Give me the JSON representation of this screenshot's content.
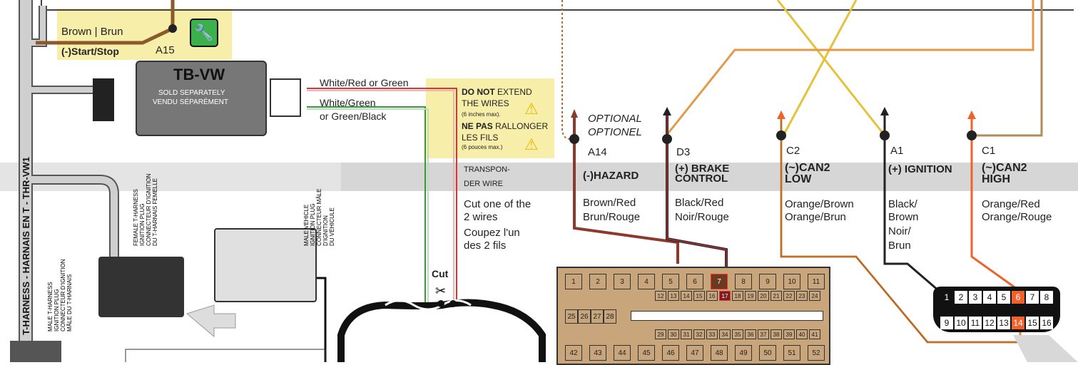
{
  "harness_label": "T-HARNESS - HARNAIS EN T  -  THR-VW1",
  "start_stop": {
    "color": "Brown | Brun",
    "function": "(-)Start/Stop",
    "pin": "A15"
  },
  "module": {
    "name": "TB-VW",
    "sold1": "SOLD SEPARATELY",
    "sold2": "VENDU SÉPARÉMENT"
  },
  "wires": {
    "w1": "White/Red or Green",
    "w2a": "White/Green",
    "w2b": "or Green/Black"
  },
  "warning": {
    "en_bold": "DO NOT",
    "en_rest": "EXTEND",
    "en_line2": "THE WIRES",
    "en_note": "(6 inches max).",
    "fr_bold": "NE PAS",
    "fr_rest": "RALLONGER",
    "fr_line2": "LES FILS",
    "fr_note": "(6 pouces max.)"
  },
  "transponder": {
    "l1": "TRANSPON-",
    "l2": "DER WIRE"
  },
  "cut_instruction": {
    "l1": "Cut one of the",
    "l2": "2 wires",
    "l3": "Coupez l'un",
    "l4": "des 2 fils"
  },
  "cut_label": "Cut",
  "optional": {
    "l1": "OPTIONAL",
    "l2": "OPTIONEL"
  },
  "connections": [
    {
      "pin": "A14",
      "function": "(-)HAZARD",
      "colors": [
        "Brown/Red",
        "Brun/Rouge"
      ]
    },
    {
      "pin": "D3",
      "function": "(+) BRAKE CONTROL",
      "colors": [
        "Black/Red",
        "Noir/Rouge"
      ]
    },
    {
      "pin": "C2",
      "function": "(~)CAN2 LOW",
      "colors": [
        "Orange/Brown",
        "Orange/Brun"
      ]
    },
    {
      "pin": "A1",
      "function": "(+) IGNITION",
      "colors": [
        "Black/",
        "Brown",
        "Noir/",
        "Brun"
      ]
    },
    {
      "pin": "C1",
      "function": "(~)CAN2 HIGH",
      "colors": [
        "Orange/Red",
        "Orange/Rouge"
      ]
    }
  ],
  "plug_labels": {
    "female": [
      "FEMALE T-HARNESS",
      "IGNITION PLUG",
      "CONNECTEUR D'IGNITION",
      "DU T-HARNAIS FEMELLE"
    ],
    "male_vehicle": [
      "MALE VEHICLE",
      "IGNITION PLUG",
      "CONNECTEUR MÂLE",
      "D'IGNITION",
      "DU VÉHICULE"
    ],
    "male_t": [
      "MALE T-HARNESS",
      "IGNITION PLUG",
      "CONNECTEUR D'IGNITION",
      "MÂLE DU T-HARNAIS"
    ]
  },
  "fuse_block": {
    "row1": [
      "1",
      "2",
      "3",
      "4",
      "5",
      "6",
      "7",
      "8",
      "9",
      "10",
      "11"
    ],
    "row2": [
      "12",
      "13",
      "14",
      "15",
      "16",
      "17",
      "18",
      "19",
      "20",
      "21",
      "22",
      "23",
      "24"
    ],
    "row3": [
      "25",
      "26",
      "27",
      "28"
    ],
    "row4": [
      "29",
      "30",
      "31",
      "32",
      "33",
      "34",
      "35",
      "36",
      "37",
      "38",
      "39",
      "40",
      "41"
    ],
    "row5": [
      "42",
      "43",
      "44",
      "45",
      "46",
      "47",
      "48",
      "49",
      "50",
      "51",
      "52"
    ],
    "highlight_pins": [
      "7",
      "17"
    ]
  },
  "obd": {
    "top": [
      "1",
      "2",
      "3",
      "4",
      "5",
      "6",
      "7",
      "8"
    ],
    "bottom": [
      "9",
      "10",
      "11",
      "12",
      "13",
      "14",
      "15",
      "16"
    ],
    "highlight": [
      "6",
      "14"
    ]
  },
  "colors": {
    "brown": "#8a5a2b",
    "orange": "#f0622c",
    "yellow": "#f5e68c",
    "gray": "#cfcfcf",
    "tan": "#c9a57c"
  }
}
